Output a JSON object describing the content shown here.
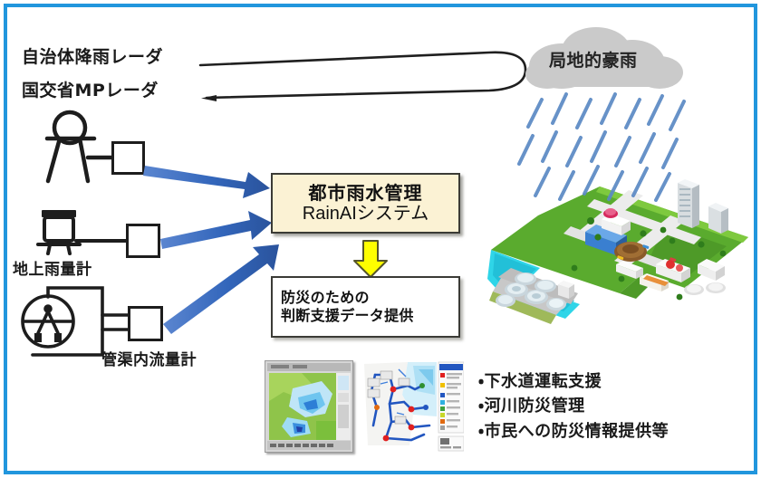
{
  "figure": {
    "title": "RainAI urban stormwater management system diagram",
    "frame_color": "#2196dd",
    "background": "#ffffff"
  },
  "radar_sources": {
    "label_1": "自治体降雨レーダ",
    "label_2": "国交省MPレーダ",
    "icon": "radar-antenna-icon"
  },
  "ground_gauge": {
    "label": "地上雨量計",
    "icon": "rain-gauge-icon"
  },
  "flow_meter": {
    "label": "管渠内流量計",
    "icon": "pipe-flow-meter-icon"
  },
  "weather": {
    "cloud_label": "局地的豪雨",
    "cloud_color": "#c9c9c9",
    "rain_color": "#5b89c4"
  },
  "system_box": {
    "line1": "都市雨水管理",
    "line2": "RainAIシステム",
    "fill_color": "#fbf2d4",
    "border_color": "#3b3b36"
  },
  "flow_arrow": {
    "name": "down-arrow",
    "color": "#ffff00",
    "outline": "#4a4a2a"
  },
  "output_box": {
    "line1": "防災のための",
    "line2": "判断支援データ提供",
    "fill_color": "#ffffff",
    "border_color": "#3b3b36"
  },
  "applications": {
    "bullets": [
      "・下水道運転支援",
      "・河川防災管理",
      "・市民への防災情報提供等"
    ]
  },
  "thumbnails": [
    {
      "name": "rainfall-radar-map-thumbnail",
      "caption": ""
    },
    {
      "name": "sewer-network-gis-map-thumbnail",
      "caption": ""
    }
  ],
  "illustration": {
    "name": "isometric-city-and-treatment-plant",
    "grass_color": "#5aab2e",
    "water_color": "#2fd5e8",
    "road_color": "#e8e8e8"
  },
  "arrows": {
    "input_arrow_color": "#2f5fad",
    "radar_line_color": "#1f1f1f",
    "input_arrow_count": 3
  }
}
